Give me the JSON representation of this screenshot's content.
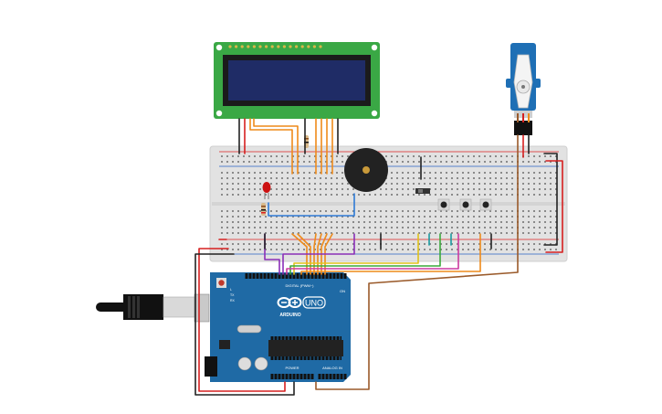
{
  "canvas": {
    "background": "#ffffff"
  },
  "components": {
    "lcd": {
      "name": "16x2 LCD",
      "bezel_color": "#3aa845",
      "screen_color": "#1f2c66",
      "pin_count": 16
    },
    "servo": {
      "body_color": "#1e6fb5"
    },
    "breadboard": {
      "color": "#e2e2e2",
      "rail_red": "#d22",
      "rail_blue": "#2a62c4"
    },
    "buzzer": {
      "color": "#222222"
    },
    "led": {
      "color": "#cc1111"
    },
    "arduino": {
      "board_color": "#1f6aa5",
      "brand": "ARDUINO",
      "model": "UNO",
      "digital_label": "DIGITAL (PWM~)",
      "power_label": "POWER",
      "analog_label": "ANALOG IN",
      "on_label": "ON",
      "tx_label": "TX",
      "rx_label": "RX",
      "l_label": "L"
    }
  },
  "wire_colors": {
    "red": "#d62020",
    "black": "#222222",
    "orange": "#ee8a1a",
    "blue": "#2f7bd6",
    "purple": "#8a2fb8",
    "yellow": "#e0c21a",
    "green": "#3aa83a",
    "magenta": "#cc3aa0",
    "brown": "#9a5a2a",
    "teal": "#1a9aa0"
  }
}
